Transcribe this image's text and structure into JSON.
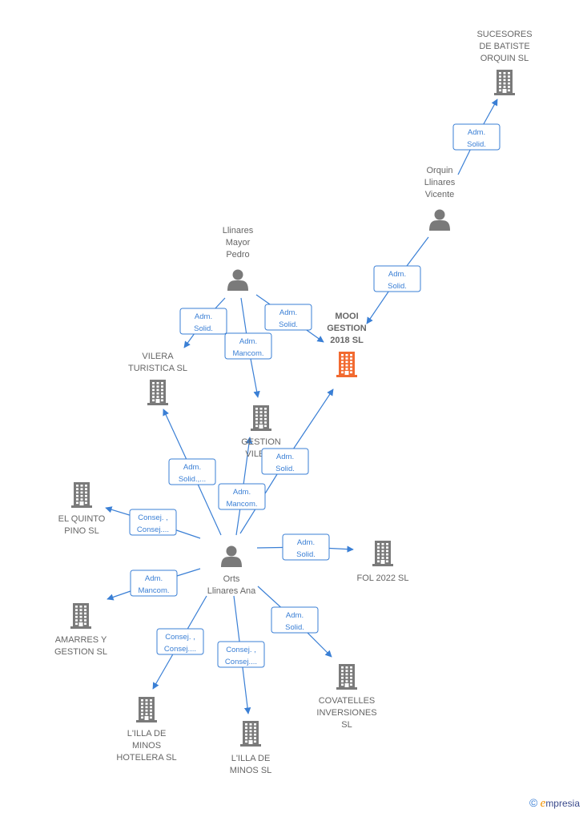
{
  "colors": {
    "edge": "#3a7fd5",
    "node": "#7a7a7a",
    "focus": "#f26a30",
    "label": "#666666"
  },
  "brand": {
    "copyright": "©",
    "initial": "e",
    "rest": "mpresia"
  },
  "nodes": [
    {
      "id": "sucesores",
      "kind": "company",
      "lines": [
        "SUCESORES",
        "DE BATISTE",
        "ORQUIN  SL"
      ]
    },
    {
      "id": "orquin",
      "kind": "person",
      "lines": [
        "Orquin",
        "Llinares",
        "Vicente"
      ]
    },
    {
      "id": "llinares_mayor",
      "kind": "person",
      "lines": [
        "Llinares",
        "Mayor",
        "Pedro"
      ]
    },
    {
      "id": "mooi",
      "kind": "company",
      "focus": true,
      "lines": [
        "MOOI",
        "GESTION",
        "2018  SL"
      ]
    },
    {
      "id": "vilera_turistica",
      "kind": "company",
      "lines": [
        "VILERA",
        "TURISTICA  SL"
      ]
    },
    {
      "id": "gestion_vilera",
      "kind": "company",
      "lines": [
        "GESTION",
        "VILERA"
      ]
    },
    {
      "id": "el_quinto",
      "kind": "company",
      "lines": [
        "EL QUINTO",
        "PINO  SL"
      ]
    },
    {
      "id": "orts",
      "kind": "person",
      "lines": [
        "Orts",
        "Llinares Ana"
      ]
    },
    {
      "id": "fol",
      "kind": "company",
      "lines": [
        "FOL 2022  SL"
      ]
    },
    {
      "id": "amarres",
      "kind": "company",
      "lines": [
        "AMARRES Y",
        "GESTION SL"
      ]
    },
    {
      "id": "covatelles",
      "kind": "company",
      "lines": [
        "COVATELLES",
        "INVERSIONES",
        "SL"
      ]
    },
    {
      "id": "illa_hotelera",
      "kind": "company",
      "lines": [
        "L'ILLA DE",
        "MINOS",
        "HOTELERA  SL"
      ]
    },
    {
      "id": "illa_minos",
      "kind": "company",
      "lines": [
        "L'ILLA DE",
        "MINOS SL"
      ]
    }
  ],
  "edges": [
    {
      "from": "orquin",
      "to": "sucesores",
      "label": [
        "Adm.",
        "Solid."
      ]
    },
    {
      "from": "orquin",
      "to": "mooi",
      "label": [
        "Adm.",
        "Solid."
      ]
    },
    {
      "from": "llinares_mayor",
      "to": "vilera_turistica",
      "label": [
        "Adm.",
        "Solid."
      ]
    },
    {
      "from": "llinares_mayor",
      "to": "gestion_vilera",
      "label": [
        "Adm.",
        "Mancom."
      ]
    },
    {
      "from": "llinares_mayor",
      "to": "mooi",
      "label": [
        "Adm.",
        "Solid."
      ]
    },
    {
      "from": "orts",
      "to": "vilera_turistica",
      "label": [
        "Adm.",
        "Solid.,..."
      ]
    },
    {
      "from": "orts",
      "to": "gestion_vilera",
      "label": [
        "Adm.",
        "Mancom."
      ]
    },
    {
      "from": "orts",
      "to": "mooi",
      "label": [
        "Adm.",
        "Solid."
      ]
    },
    {
      "from": "orts",
      "to": "el_quinto",
      "label": [
        "Consej. ,",
        "Consej...."
      ]
    },
    {
      "from": "orts",
      "to": "fol",
      "label": [
        "Adm.",
        "Solid."
      ]
    },
    {
      "from": "orts",
      "to": "amarres",
      "label": [
        "Adm.",
        "Mancom."
      ]
    },
    {
      "from": "orts",
      "to": "covatelles",
      "label": [
        "Adm.",
        "Solid."
      ]
    },
    {
      "from": "orts",
      "to": "illa_hotelera",
      "label": [
        "Consej. ,",
        "Consej...."
      ]
    },
    {
      "from": "orts",
      "to": "illa_minos",
      "label": [
        "Consej. ,",
        "Consej...."
      ]
    }
  ]
}
